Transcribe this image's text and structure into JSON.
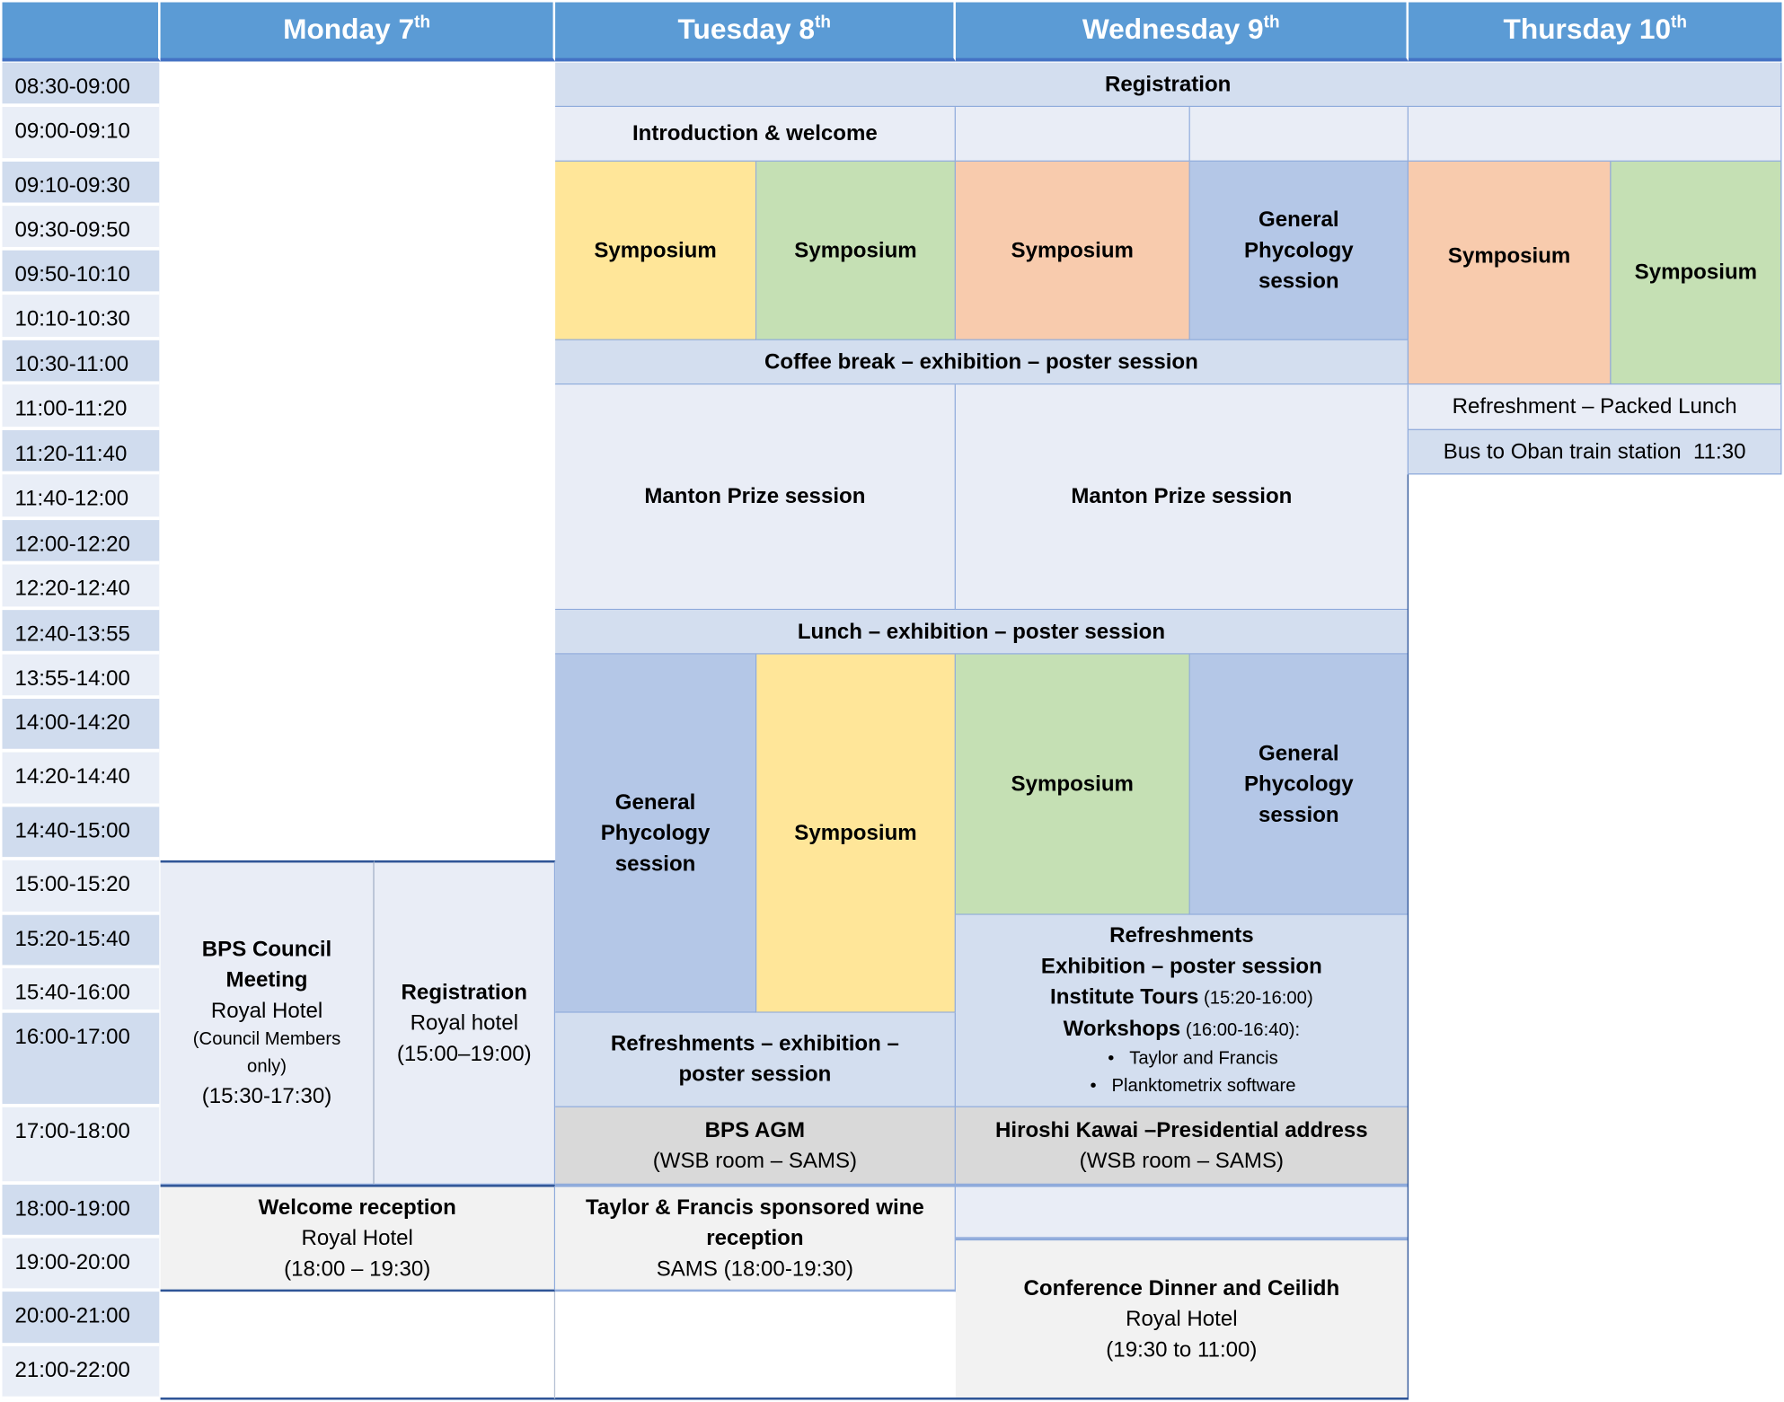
{
  "headers": [
    {
      "day": "Monday 7",
      "sup": "th"
    },
    {
      "day": "Tuesday 8",
      "sup": "th"
    },
    {
      "day": "Wednesday 9",
      "sup": "th"
    },
    {
      "day": "Thursday 10",
      "sup": "th"
    }
  ],
  "times": [
    "08:30-09:00",
    "09:00-09:10",
    "09:10-09:30",
    "09:30-09:50",
    "09:50-10:10",
    "10:10-10:30",
    "10:30-11:00",
    "11:00-11:20",
    "11:20-11:40",
    "11:40-12:00",
    "12:00-12:20",
    "12:20-12:40",
    "12:40-13:55",
    "13:55-14:00",
    "14:00-14:20",
    "14:20-14:40",
    "14:40-15:00",
    "15:00-15:20",
    "15:20-15:40",
    "15:40-16:00",
    "16:00-17:00",
    "17:00-18:00",
    "18:00-19:00",
    "19:00-20:00",
    "20:00-21:00",
    "21:00-22:00"
  ],
  "events": {
    "registration": "Registration",
    "intro": "Introduction & welcome",
    "symposium": "Symposium",
    "gp": [
      "General",
      "Phycology",
      "session"
    ],
    "coffee": "Coffee break – exhibition – poster session",
    "manton": "Manton Prize session",
    "thu_lunch": "Refreshment – Packed Lunch",
    "thu_bus": "Bus to Oban train station  11:30",
    "lunch": "Lunch – exhibition – poster session",
    "wed_refresh": {
      "l1": "Refreshments",
      "l2": "Exhibition – poster session",
      "l3a": "Institute Tours",
      "l3b": " (15:20-16:00)",
      "l4a": "Workshops",
      "l4b": " (16:00-16:40):",
      "b1": "Taylor and Francis",
      "b2": "Planktometrix software"
    },
    "tue_refresh": [
      "Refreshments – exhibition –",
      "poster session"
    ],
    "agm": {
      "title": "BPS AGM",
      "place": "(WSB room – SAMS)"
    },
    "kawai": {
      "title": "Hiroshi Kawai –Presidential address",
      "place": "(WSB room – SAMS)"
    },
    "council": {
      "t1": "BPS Council",
      "t2": "Meeting",
      "place": "Royal Hotel",
      "note": "(Council Members only)",
      "time": "(15:30-17:30)"
    },
    "mon_reg": {
      "title": "Registration",
      "place": "Royal hotel",
      "time": "(15:00–19:00)"
    },
    "welcome": {
      "title": "Welcome reception",
      "place": "Royal Hotel",
      "time": "(18:00 – 19:30)"
    },
    "wine": {
      "t1": "Taylor & Francis sponsored wine",
      "t2": "reception",
      "place": "SAMS (18:00-19:30)"
    },
    "dinner": {
      "title": "Conference Dinner and Ceilidh",
      "place": "Royal Hotel",
      "time": "(19:30 to 11:00)"
    }
  },
  "colors": {
    "header": "#5b9bd5",
    "yellow": "#ffe699",
    "green": "#c5e0b4",
    "orange": "#f8cbad",
    "blue": "#b4c7e7",
    "grey": "#d9d9d9"
  }
}
